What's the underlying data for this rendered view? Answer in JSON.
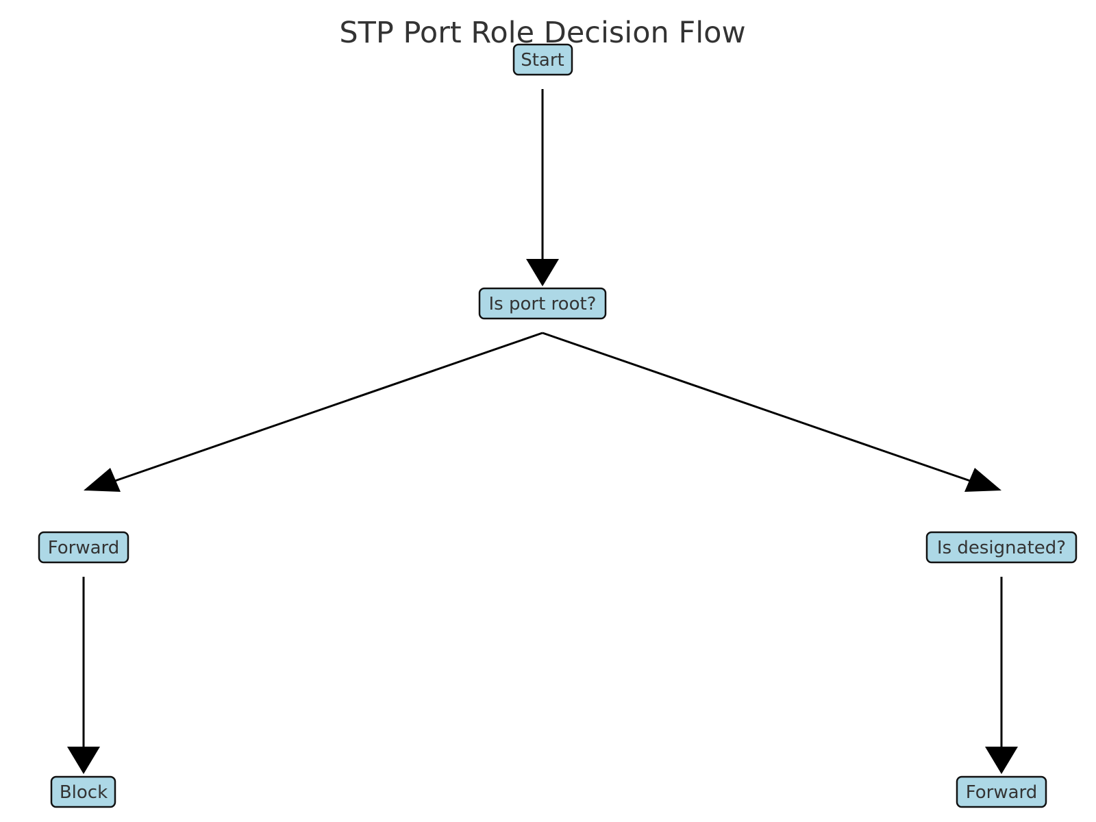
{
  "title": "STP Port Role Decision Flow",
  "colors": {
    "node_fill": "#add8e6",
    "node_stroke": "#111111",
    "edge": "#000000",
    "text": "#333333"
  },
  "nodes": {
    "start": {
      "label": "Start"
    },
    "is_port_root": {
      "label": "Is port root?"
    },
    "forward_left": {
      "label": "Forward"
    },
    "is_designated": {
      "label": "Is designated?"
    },
    "block": {
      "label": "Block"
    },
    "forward_right": {
      "label": "Forward"
    }
  },
  "edges": [
    {
      "from": "start",
      "to": "is_port_root"
    },
    {
      "from": "is_port_root",
      "to": "forward_left"
    },
    {
      "from": "is_port_root",
      "to": "is_designated"
    },
    {
      "from": "forward_left",
      "to": "block"
    },
    {
      "from": "is_designated",
      "to": "forward_right"
    }
  ]
}
